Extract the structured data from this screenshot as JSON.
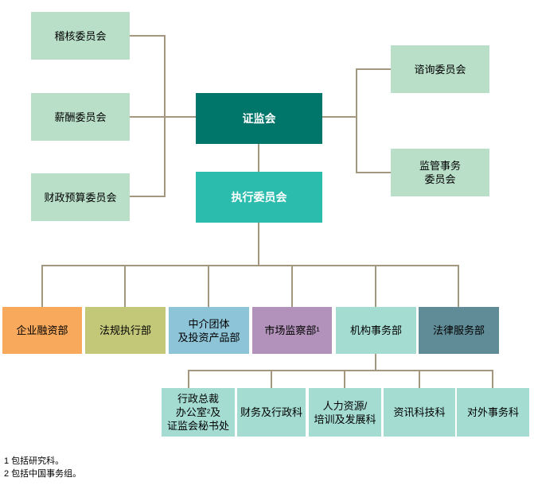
{
  "org_chart": {
    "board": {
      "label": "证监会"
    },
    "executive_committee": {
      "label": "执行委员会"
    },
    "board_committees_left": [
      {
        "label": "稽核委员会"
      },
      {
        "label": "薪酬委员会"
      },
      {
        "label": "财政预算委员会"
      }
    ],
    "board_committees_right": [
      {
        "label": "谘询委员会"
      },
      {
        "label": "监管事务\n委员会"
      }
    ],
    "divisions": [
      {
        "label": "企业融资部",
        "color": "#f8a95c"
      },
      {
        "label": "法规执行部",
        "color": "#c3c879"
      },
      {
        "label": "中介团体\n及投资产品部",
        "color": "#8dc4d8"
      },
      {
        "label": "市场监察部¹",
        "color": "#b292bb"
      },
      {
        "label": "机构事务部",
        "color": "#a4dcd2"
      },
      {
        "label": "法律服务部",
        "color": "#608c98"
      }
    ],
    "corporate_affairs_units": [
      {
        "label": "行政总裁\n办公室²及\n证监会秘书处",
        "color": "#a4dcd2"
      },
      {
        "label": "财务及行政科",
        "color": "#a4dcd2"
      },
      {
        "label": "人力资源/\n培训及发展科",
        "color": "#a4dcd2"
      },
      {
        "label": "资讯科技科",
        "color": "#a4dcd2"
      },
      {
        "label": "对外事务科",
        "color": "#a4dcd2"
      }
    ],
    "footnotes": [
      "1 包括研究科。",
      "2 包括中国事务组。"
    ]
  },
  "colors": {
    "committee_green": "#b9dfc9",
    "board_dark_teal": "#00756a",
    "executive_teal": "#2bbcad",
    "connector_line": "#a3987f",
    "background": "#ffffff"
  }
}
